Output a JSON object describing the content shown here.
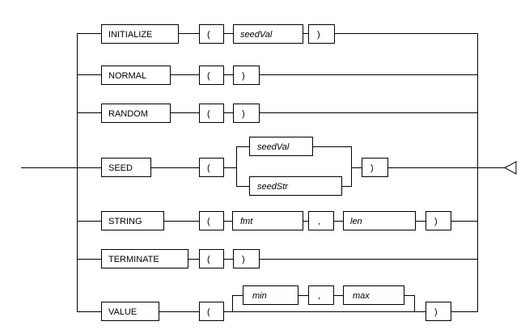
{
  "diagram": {
    "rows": [
      {
        "keyword": "INITIALIZE",
        "tokens": [
          {
            "text": "(",
            "kind": "punct"
          },
          {
            "text": "seedVal",
            "kind": "param"
          },
          {
            "text": ")",
            "kind": "punct"
          }
        ]
      },
      {
        "keyword": "NORMAL",
        "tokens": [
          {
            "text": "(",
            "kind": "punct"
          },
          {
            "text": ")",
            "kind": "punct"
          }
        ]
      },
      {
        "keyword": "RANDOM",
        "tokens": [
          {
            "text": "(",
            "kind": "punct"
          },
          {
            "text": ")",
            "kind": "punct"
          }
        ]
      },
      {
        "keyword": "SEED",
        "tokens": [
          {
            "text": "(",
            "kind": "punct"
          },
          {
            "text": ")",
            "kind": "punct"
          }
        ],
        "choices": [
          {
            "text": "seedVal",
            "kind": "param"
          },
          {
            "text": "seedStr",
            "kind": "param"
          }
        ]
      },
      {
        "keyword": "STRING",
        "tokens": [
          {
            "text": "(",
            "kind": "punct"
          },
          {
            "text": "fmt",
            "kind": "param"
          },
          {
            "text": ",",
            "kind": "punct"
          },
          {
            "text": "len",
            "kind": "param"
          },
          {
            "text": ")",
            "kind": "punct"
          }
        ]
      },
      {
        "keyword": "TERMINATE",
        "tokens": [
          {
            "text": "(",
            "kind": "punct"
          },
          {
            "text": ")",
            "kind": "punct"
          }
        ]
      },
      {
        "keyword": "VALUE",
        "tokens": [
          {
            "text": "(",
            "kind": "punct"
          },
          {
            "text": ")",
            "kind": "punct"
          }
        ],
        "optional": [
          {
            "text": "min",
            "kind": "param"
          },
          {
            "text": ",",
            "kind": "punct"
          },
          {
            "text": "max",
            "kind": "param"
          }
        ]
      }
    ]
  }
}
